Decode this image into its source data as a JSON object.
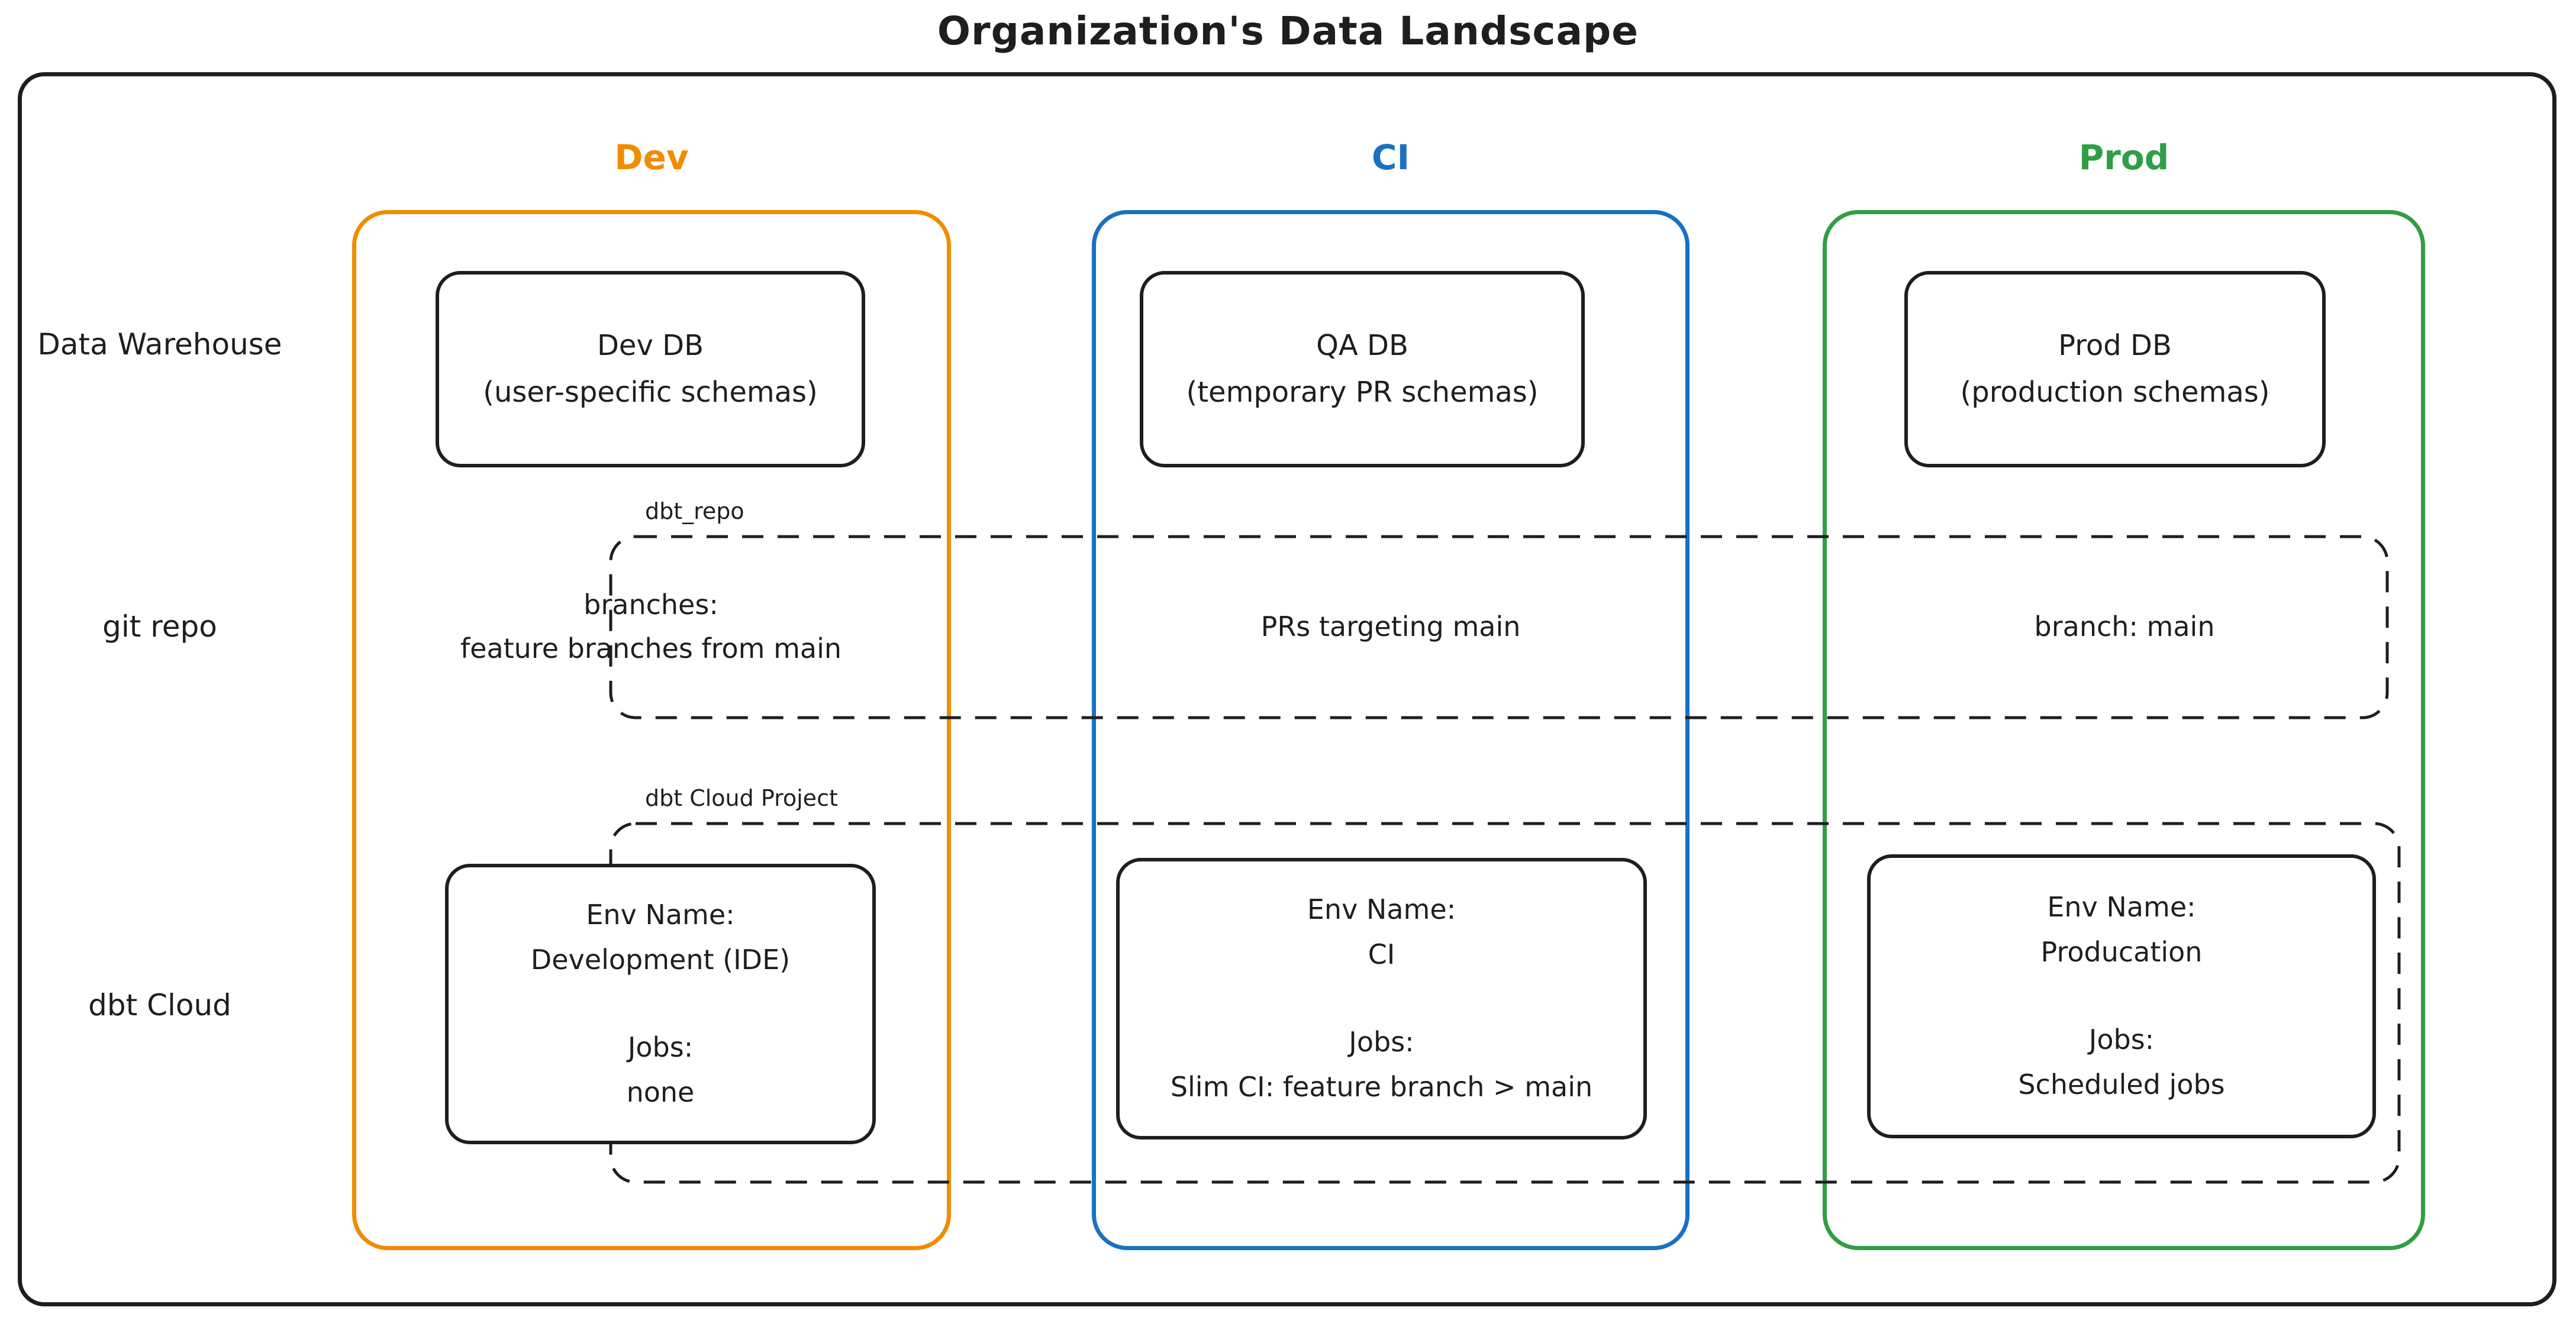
{
  "title": "Organization's Data Landscape",
  "palette": {
    "dev_accent": "#f08c00",
    "ci_accent": "#1971c2",
    "prod_accent": "#2f9e44",
    "ink": "#1e1e1e"
  },
  "row_labels": {
    "warehouse": "Data Warehouse",
    "git": "git repo",
    "cloud": "dbt Cloud"
  },
  "group_labels": {
    "git_repo": "dbt_repo",
    "cloud_project": "dbt Cloud Project"
  },
  "columns": [
    {
      "header": "Dev",
      "db": {
        "name": "Dev DB",
        "schemas": "(user-specific schemas)"
      },
      "git": {
        "line1": "branches:",
        "line2": "feature branches from main"
      },
      "cloud": {
        "env_label": "Env Name:",
        "env_name": "Development (IDE)",
        "jobs_label": "Jobs:",
        "jobs": "none"
      }
    },
    {
      "header": "CI",
      "db": {
        "name": "QA DB",
        "schemas": "(temporary PR schemas)"
      },
      "git": {
        "line1": "PRs targeting main"
      },
      "cloud": {
        "env_label": "Env Name:",
        "env_name": "CI",
        "jobs_label": "Jobs:",
        "jobs": "Slim CI: feature branch > main"
      }
    },
    {
      "header": "Prod",
      "db": {
        "name": "Prod DB",
        "schemas": "(production schemas)"
      },
      "git": {
        "line1": "branch: main"
      },
      "cloud": {
        "env_label": "Env Name:",
        "env_name": "Producation",
        "jobs_label": "Jobs:",
        "jobs": "Scheduled jobs"
      }
    }
  ]
}
